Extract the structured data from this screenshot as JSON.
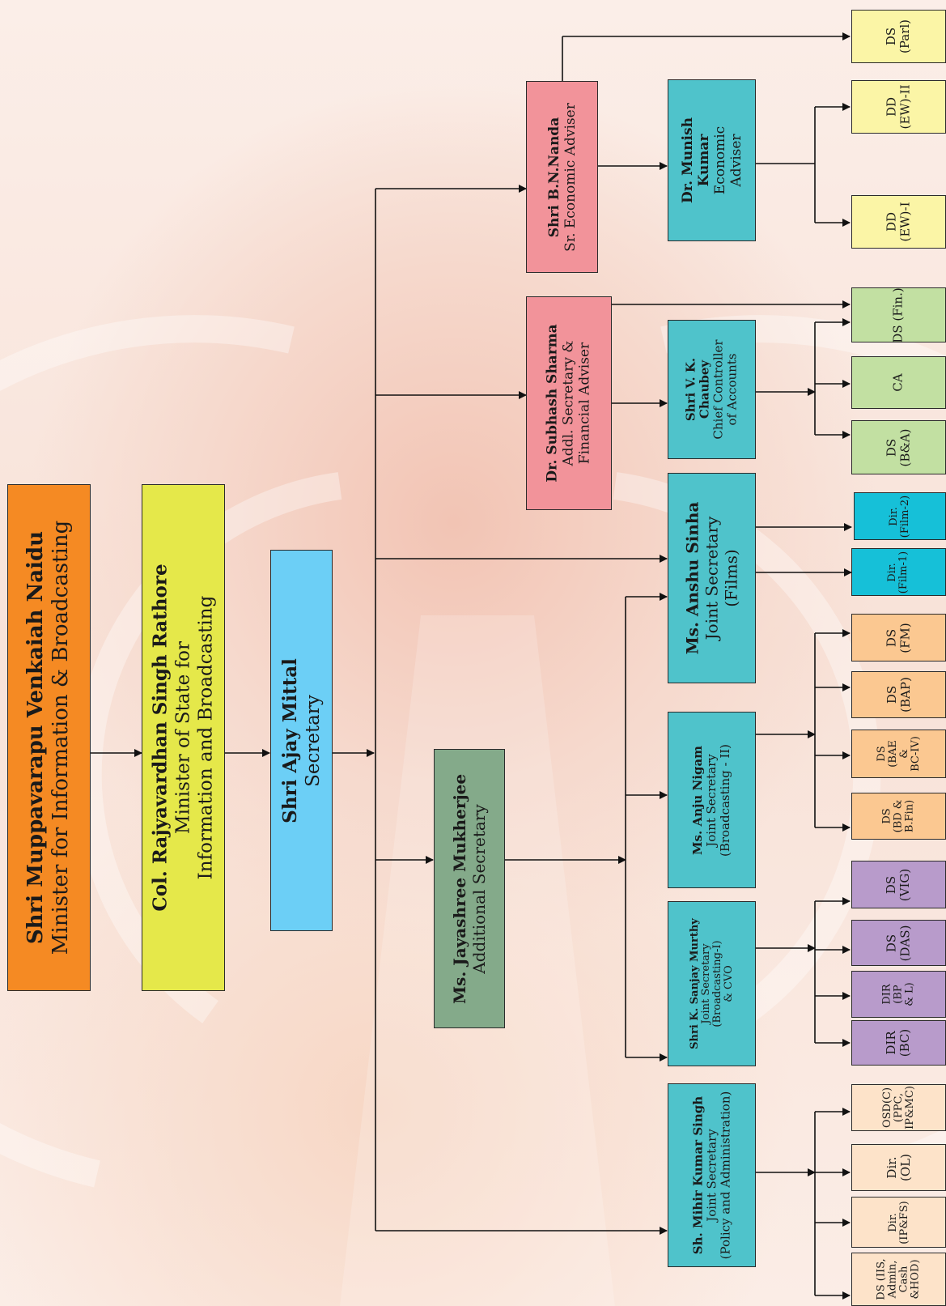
{
  "minister": {
    "name": "Shri Muppavarapu Venkaiah Naidu",
    "title": "Minister for Information & Broadcasting"
  },
  "mos": {
    "name": "Col. Rajyavardhan Singh Rathore",
    "title1": "Minister of State for",
    "title2": "Information and Broadcasting"
  },
  "secretary": {
    "name": "Shri Ajay Mittal",
    "title": "Secretary"
  },
  "addl_secretary": {
    "name": "Ms. Jayashree Mukherjee",
    "title": "Additional Secretary"
  },
  "js_policy": {
    "name": "Sh. Mihir Kumar Singh",
    "title1": "Joint Secretary",
    "title2": "(Policy and Administration)"
  },
  "js_bc1": {
    "name": "Shri K. Sanjay Murthy",
    "title1": "Joint Secretary",
    "title2": "(Broadcasting-I)",
    "title3": "& CVO"
  },
  "js_bc2": {
    "name": "Ms. Anju Nigam",
    "title1": "Joint Secretary",
    "title2": "(Broadcasting - II)"
  },
  "js_films": {
    "name": "Ms. Anshu Sinha",
    "title1": "Joint Secretary",
    "title2": "(Films)"
  },
  "fa": {
    "name": "Dr. Subhash Sharma",
    "title1": "Addl. Secretary &",
    "title2": "Financial Adviser"
  },
  "cca": {
    "name1": "Shri V. K.",
    "name2": "Chaubey",
    "title1": "Chief Controller",
    "title2": "of Accounts"
  },
  "sea": {
    "name": "Shri B.N.Nanda",
    "title": "Sr. Economic Adviser"
  },
  "ea": {
    "name1": "Dr. Munish",
    "name2": "Kumar",
    "title1": "Economic",
    "title2": "Adviser"
  },
  "leaves": {
    "ds_parl": [
      "DS",
      "(Parl)"
    ],
    "dd_ew2": [
      "DD",
      "(EW)-II"
    ],
    "dd_ew1": [
      "DD",
      "(EW)-I"
    ],
    "ds_fin": [
      "DS (Fin.)"
    ],
    "ca": [
      "CA"
    ],
    "ds_ba": [
      "DS",
      "(B&A)"
    ],
    "dir_film2": [
      "Dir.",
      "(Film-2)"
    ],
    "dir_film1": [
      "Dir.",
      "(Film-1)"
    ],
    "ds_fm": [
      "DS",
      "(FM)"
    ],
    "ds_bap": [
      "DS",
      "(BAP)"
    ],
    "ds_bae": [
      "DS",
      "(BAE",
      "&",
      "BC-IV)"
    ],
    "ds_bd": [
      "DS",
      "(BD &",
      "B.Fin)"
    ],
    "ds_vig": [
      "DS",
      "(VIG)"
    ],
    "ds_das": [
      "DS",
      "(DAS)"
    ],
    "dir_bp": [
      "DIR",
      "(BP",
      "& L)"
    ],
    "dir_bc": [
      "DIR",
      "(BC)"
    ],
    "osd_c": [
      "OSD(C)",
      "(PPC,",
      "IP&MC)"
    ],
    "dir_ol": [
      "Dir.",
      "(OL)"
    ],
    "dir_ip": [
      "Dir.",
      "(IP&FS)"
    ],
    "ds_iis": [
      "DS (IIS,",
      "Admin,",
      "Cash",
      "&HOD)"
    ]
  },
  "colors": {
    "minister": "#f58a23",
    "mos": "#e5e84a",
    "secretary": "#6ccff6",
    "addl_secretary": "#84aa8a",
    "joint_secretary": "#4fc3cb",
    "adviser": "#f2939a",
    "leaf_economic": "#fbf5a6",
    "leaf_finance": "#c2e0a2",
    "leaf_films": "#16c0d8",
    "leaf_bc2": "#fbc891",
    "leaf_bc1": "#b89bcb",
    "leaf_policy": "#fde3c9"
  }
}
